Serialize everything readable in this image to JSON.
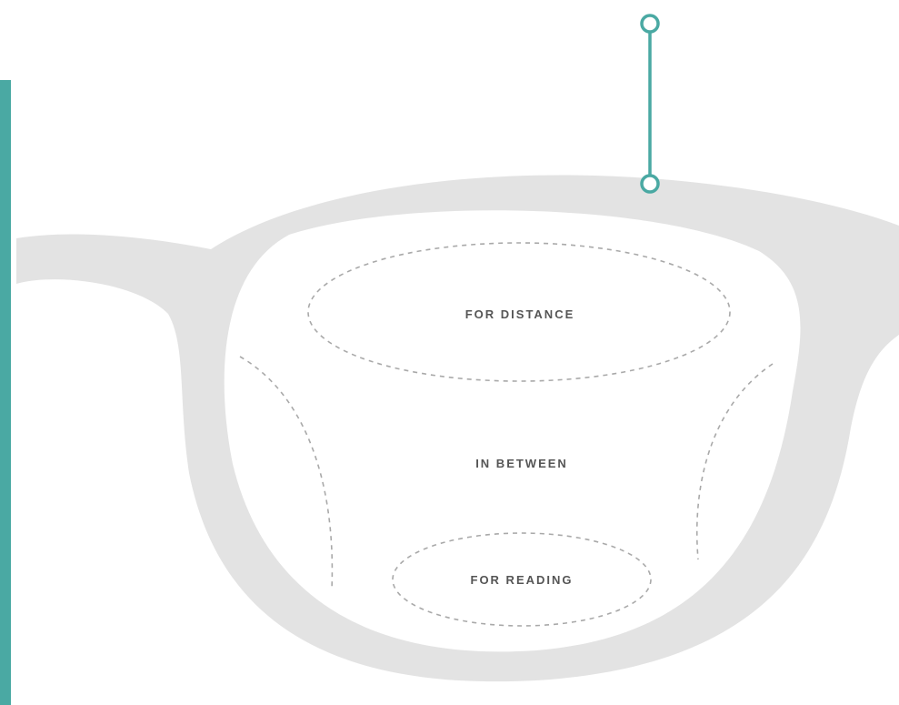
{
  "colors": {
    "accent": "#4aa9a3",
    "frame": "#e3e3e3",
    "lens": "#ffffff",
    "dashed": "#a9a9a9",
    "label": "#555555"
  },
  "zones": {
    "distance": "FOR DISTANCE",
    "between": "IN BETWEEN",
    "reading": "FOR READING"
  }
}
